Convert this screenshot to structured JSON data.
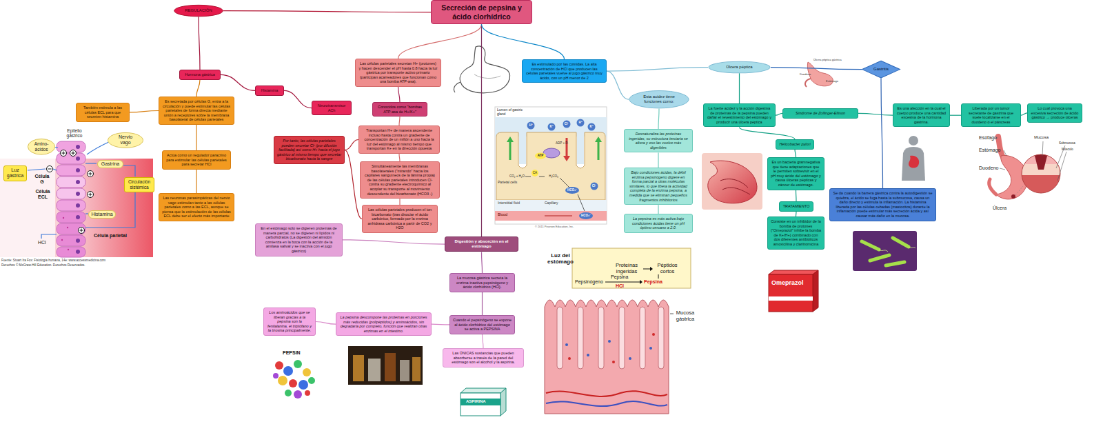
{
  "diagram": {
    "nodes": [
      {
        "text": [
          "Secreción de pepsina y ácido clorhídrico"
        ]
      },
      {
        "text": [
          "REGULACIÓN"
        ]
      },
      {
        "text": [
          "Hormona gástrica"
        ]
      },
      {
        "text": [
          "Histamina"
        ]
      },
      {
        "text": [
          "Neurotransmisor ACh"
        ]
      },
      {
        "text": [
          "También estimula a las células ECL para que secreten histamina"
        ]
      },
      {
        "text": [
          "Es secretada por células G, entra a la circulación y puede estimular las células parietales de forma directa mediante unión a receptores sobre la membrana basolateral de células parietales"
        ]
      },
      {
        "text": [
          "Actúa como un regulador paracrino para estimular las células parietales para secretar HCl"
        ]
      },
      {
        "text": [
          "Las neuronas parasimpáticas del nervio vago estimulan tanto a las células parietales como a las ECL, aunque se piensa que la estimulación de las células ECL debe ser el efecto más importante"
        ]
      },
      {
        "text": [
          "Luz gástrica"
        ]
      },
      {
        "text": [
          "Amino-ácidos"
        ]
      },
      {
        "text": [
          "Nervio vago"
        ]
      },
      {
        "text": [
          "Gastrina"
        ]
      },
      {
        "text": [
          "Circulación sistémica"
        ]
      },
      {
        "text": [
          "Histamina"
        ]
      },
      {
        "text": [
          "Las células parietales secretan H+ (protones) y hacen descender el pH hasta 0.8 hacia la luz gástrica por transporte activo primario (partícipan acarreadores que funcionan como una bomba ATP-asa)."
        ]
      },
      {
        "text": [
          "Conocidos como \"bombas ATP-asa de H+/K+\""
        ]
      },
      {
        "text": [
          "Transportan H+ de manera ascendente incluso hasta contra un gradiente de concentración de un millón a uno hacia la luz del estómago al mismo tiempo que transportan K+ en la dirección opuesta"
        ]
      },
      {
        "text": [
          "Simultáneamente las membranas basolaterales (\"mirando\" hacia los capilares sanguíneos de la lámina propia) de las células parietales introducen Cl- contra su gradiente electroquímico al acoplar su transporte al movimiento descendente del bicarbonato (HCO3 -)"
        ]
      },
      {
        "text": [
          "Las células parietales producen el ion bicarbonato (tras disociar el ácido carbónico, formado por la enzima anhidrasa carbónica a partir de CO2 y H2O"
        ]
      },
      {
        "text": [
          "Por tanto, las células parietales pueden secretar Cl- (por difusión facilitada) así como H+ hacia el jugo gástrico al mismo tiempo que secretar bicarbonato hacia la sangre"
        ]
      },
      {
        "text": [
          "Digestión y absorción en el estómago"
        ]
      },
      {
        "text": [
          "En el estómago solo se digieren proteínas de manera parcial, no se digieren ni lípidos ni carbohidratos (La digestión del almidón comienza en la boca con la acción de la amilasa salival y se inactiva con el jugo gástrico)"
        ]
      },
      {
        "text": [
          "La mucosa gástrica secreta la enzima inactiva pepsinógeno y ácido clorhídrico (HCl)."
        ]
      },
      {
        "text": [
          "Cuando el pepsinógeno se expone al ácido clorhídrico del estómago se activa a PEPSINA"
        ]
      },
      {
        "text": [
          "La pepsina descompone las proteínas en porciones más reducidas (polipéptidos) y aminoácidos, sin degradarla por completo, función que realizan otras enzimas en el intestino."
        ]
      },
      {
        "text": [
          "Los aminoácidos que se liberan gracias a la pepsina son la fenilalanina, el triptófano y la tirosina principalmente."
        ]
      },
      {
        "text": [
          "Las ÚNICAS sustancias que pueden absorberse a través de la pared del estómago son el alcohol y la aspirina."
        ]
      },
      {
        "text": [
          "Es estimulado por las comidas. La alta concentración de HCl que producen las células parietales vuelve al jugo gástrico muy ácido, con un pH menor de 2"
        ]
      },
      {
        "text": [
          "Esta acidez tiene funciones como:"
        ]
      },
      {
        "text": [
          "Desnaturaliza las proteínas ingeridas, su estructura terciaria se altera y eso las vuelve más digeribles"
        ]
      },
      {
        "text": [
          "Bajo condiciones ácidas, la débil enzima pepsinógeno digiere en forma parcial a otras moléculas similares, lo que libera la actividad completa de la enzima pepsina, a medida que se eliminan pequeños fragmentos inhibitorios"
        ]
      },
      {
        "text": [
          "La pepsina es más activa bajo condiciones ácidas tiene un pH óptimo cercano a 2.0."
        ]
      },
      {
        "text": [
          "Úlcera péptica"
        ]
      },
      {
        "text": [
          "La fuerte acidez y la acción digestiva de proteínas de la pepsina pueden dañar el revestimiento del estómago y producir una úlcera péptica"
        ]
      },
      {
        "text": [
          "Síndrome de Zollinger-Ellison"
        ]
      },
      {
        "text": [
          "Helicobacter pylori"
        ]
      },
      {
        "text": [
          "Es un bacteria gramnegativa que tiene adaptaciones que le permiten sobrevivir en el pH muy ácido del estómago y causa úlceras pépticas y cáncer de estómago."
        ]
      },
      {
        "text": [
          "TRATAMIENTO"
        ]
      },
      {
        "text": [
          "Consiste en un inhibidor de la bomba de protones (\"Omeprazol\" inhibe la bomba de K+/H+) combinado con dos diferentes antibióticos amoxicilina y claritromicina"
        ]
      },
      {
        "text": [
          "Gastritis"
        ]
      },
      {
        "text": [
          "Es una afección en la cual el cuerpo produce una cantidad excesiva de la hormona gastrina."
        ]
      },
      {
        "text": [
          "Liberada por un tumor secretante de gastrina que suele localizarse en el duodeno o el páncreas"
        ]
      },
      {
        "text": [
          "Lo cual provoca una excesiva secreción de ácido gástrico → produce úlceras"
        ]
      },
      {
        "text": [
          "Se da cuando la barrera gástrica contra la autodigestión se quiebra, el ácido se fuga hasta la submucosa, causa un daño directo y estimula la inflamación. La histamina liberada por las células cebadas (mastocitos) durante la inflamación puede estimular más secreción ácida y así causar más daño en la mucosa."
        ]
      }
    ],
    "edges": [
      {
        "from": 0,
        "to": 1,
        "arrow": "none"
      },
      {
        "from": 1,
        "to": 2,
        "arrow": "none"
      },
      {
        "from": 2,
        "to": 3,
        "arrow": "none"
      },
      {
        "from": 3,
        "to": 4,
        "arrow": "none"
      },
      {
        "from": 2,
        "to": 6,
        "arrow": "none"
      },
      {
        "from": 6,
        "to": 5,
        "arrow": "none"
      },
      {
        "from": 6,
        "to": 7,
        "arrow": "none"
      },
      {
        "from": 7,
        "to": 8,
        "arrow": "none"
      },
      {
        "from": 0,
        "to": 15,
        "arrow": "none"
      },
      {
        "from": 15,
        "to": 16,
        "arrow": "none"
      },
      {
        "from": 16,
        "to": 17,
        "arrow": "none"
      },
      {
        "from": 17,
        "to": 18,
        "arrow": "none"
      },
      {
        "from": 18,
        "to": 19,
        "arrow": "none"
      },
      {
        "from": 17,
        "to": 20,
        "arrow": "none"
      },
      {
        "from": 19,
        "to": 20,
        "arrow": "none"
      },
      {
        "from": 0,
        "to": 21,
        "arrow": "none"
      },
      {
        "from": 21,
        "to": 22,
        "arrow": "none"
      },
      {
        "from": 21,
        "to": 23,
        "arrow": "none"
      },
      {
        "from": 23,
        "to": 24,
        "arrow": "none"
      },
      {
        "from": 24,
        "to": 25,
        "arrow": "none"
      },
      {
        "from": 25,
        "to": 26,
        "arrow": "none"
      },
      {
        "from": 24,
        "to": 27,
        "arrow": "none"
      },
      {
        "from": 0,
        "to": 28,
        "arrow": "none"
      },
      {
        "from": 28,
        "to": 29,
        "arrow": "none"
      },
      {
        "from": 28,
        "to": 33,
        "arrow": "none"
      },
      {
        "from": 29,
        "to": 30,
        "arrow": "none"
      },
      {
        "from": 30,
        "to": 31,
        "arrow": "none"
      },
      {
        "from": 31,
        "to": 32,
        "arrow": "none"
      },
      {
        "from": 33,
        "to": 34,
        "arrow": "none"
      },
      {
        "from": 33,
        "to": 40,
        "arrow": "none"
      },
      {
        "from": 34,
        "to": 35,
        "arrow": "none"
      },
      {
        "from": 34,
        "to": 36,
        "arrow": "none"
      },
      {
        "from": 35,
        "to": 41,
        "arrow": "none"
      },
      {
        "from": 41,
        "to": 42,
        "arrow": "none"
      },
      {
        "from": 42,
        "to": 43,
        "arrow": "none"
      },
      {
        "from": 36,
        "to": 37,
        "arrow": "none"
      },
      {
        "from": 37,
        "to": 38,
        "arrow": "none"
      },
      {
        "from": 38,
        "to": 39,
        "arrow": "none"
      },
      {
        "from": 40,
        "to": 44,
        "arrow": "none"
      }
    ],
    "labels": [
      "Epitelio gástrico",
      "Célula G",
      "Célula ECL",
      "HCl",
      "Célula parietal",
      "Fuente: Stuart Ira Fox: Fisiología humana, 14e: www.accessmedicina.com",
      "Derechos © McGraw-Hill Education. Derechos Reservados.",
      "Lumen of gastric gland",
      "Parietal cells",
      "Interstitial fluid",
      "Capillary",
      "Blood",
      "CO₂ + H₂O",
      "CA",
      "H₂CO₃",
      "HCO₃⁻",
      "HCO₃⁻",
      "ATP",
      "ADP + Pᵢ",
      "H⁺",
      "H⁺",
      "K⁺",
      "K⁺",
      "Cl⁻",
      "Cl⁻",
      "© 2011 Pearson Education, Inc.",
      "Luz del estómago",
      "Proteínas ingeridas",
      "Péptidos cortos",
      "Pepsinógeno",
      "Pepsina",
      "HCl",
      "Pepsina",
      "Mucosa gástrica",
      "PEPSIN",
      "ASPIRINA",
      "Omeprazol",
      "Úlcera péptica gástrica",
      "Duodeno",
      "Estómago",
      "Esófago",
      "Estómago",
      "Duodeno",
      "Úlcera",
      "Mucosa",
      "Submucosa",
      "Músculo"
    ]
  }
}
